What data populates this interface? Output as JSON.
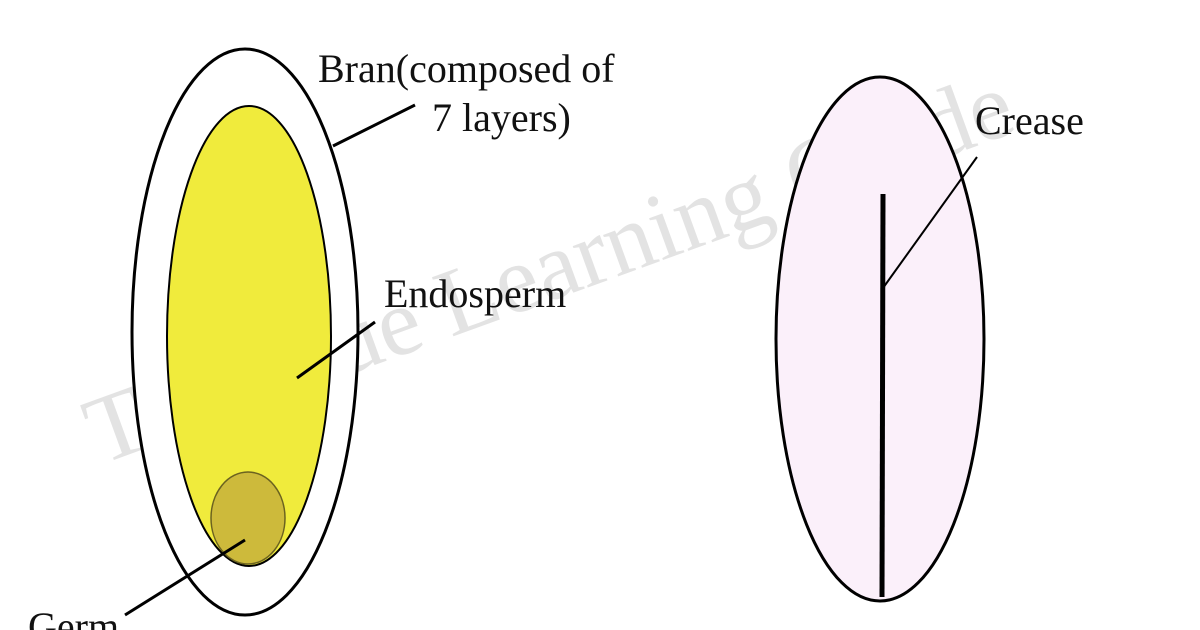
{
  "watermark": "The True Learning Guide",
  "labels": {
    "bran_line1": "Bran(composed of",
    "bran_line2": "7 layers)",
    "endosperm": "Endosperm",
    "germ": "Germ",
    "crease": "Crease"
  },
  "colors": {
    "bran": "#ffffff",
    "endosperm": "#f0eb3c",
    "germ": "#c9b53b",
    "outer_grain": "#fbf0fa",
    "outline": "#000000"
  }
}
